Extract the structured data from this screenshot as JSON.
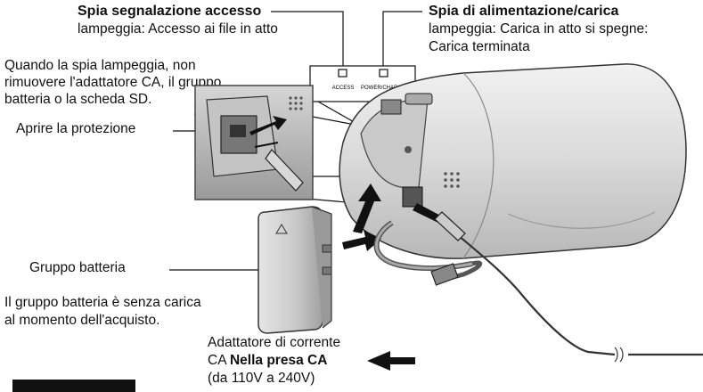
{
  "access_lamp": {
    "title": "Spia segnalazione accesso",
    "desc": "lampeggia: Accesso ai file in atto"
  },
  "power_lamp": {
    "title": "Spia di alimentazione/carica",
    "desc_line1": "lampeggia: Carica in atto si spegne:",
    "desc_line2": "Carica terminata"
  },
  "warning": {
    "line1": "Quando la spia lampeggia, non",
    "line2": "rimuovere l'adattatore CA, il gruppo",
    "line3": "batteria o la scheda SD."
  },
  "cover_label": "Aprire la protezione",
  "battery": {
    "label": "Gruppo batteria",
    "note_line1": "Il gruppo batteria è senza carica",
    "note_line2": "al momento dell'acquisto."
  },
  "adapter": {
    "line1": "Adattatore di corrente",
    "line2_prefix": "CA ",
    "line2_bold": "Nella presa CA",
    "line3": "(da 110V a 240V)"
  },
  "panel_labels": {
    "access": "ACCESS",
    "power": "POWER/CHARGE"
  }
}
